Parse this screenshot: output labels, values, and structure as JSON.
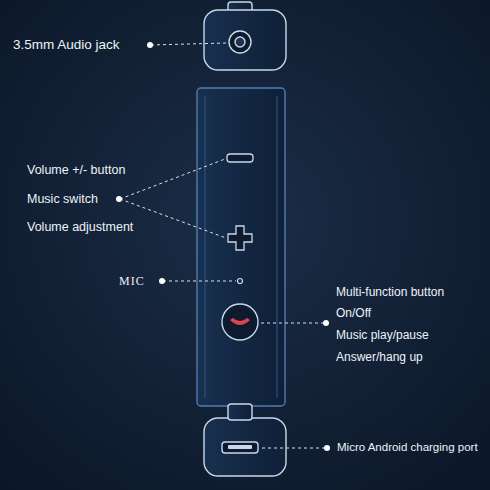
{
  "diagram": {
    "labels": [
      "3.5mm Audio jack",
      "Volume +/- button",
      "Music switch",
      "Volume adjustment",
      "MIC",
      "Multi-function button",
      "On/Off",
      "Music play/pause",
      "Answer/hang up",
      "Micro Android charging port"
    ]
  }
}
